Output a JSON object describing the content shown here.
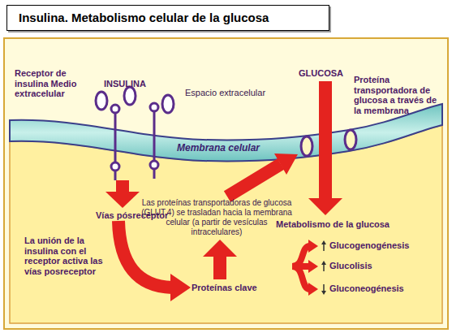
{
  "diagram": {
    "title": "Insulina. Metabolismo celular de la glucosa",
    "nodes": [
      {
        "text": [
          "Membrana celular"
        ]
      },
      {
        "text": [
          "Vías pósreceptor",
          "La unión de la insulina con el receptor activa las vías posreceptor",
          "Las proteínas transportadoras de glucosa (GLUT.4) se trasladan hacia la membrana celular (a partir de vesículas intracelulares)",
          "Proteínas clave",
          "Metabolismo de la glucosa",
          "Glucogenogénesis",
          "Glucolisis",
          "Gluconeogénesis"
        ]
      }
    ],
    "labels": [
      "Receptor de insulina Medio extracelular",
      "INSULINA",
      "Espacio extracelular",
      "GLUCOSA",
      "Proteína transportadora de glucosa a través de la membrana"
    ]
  }
}
